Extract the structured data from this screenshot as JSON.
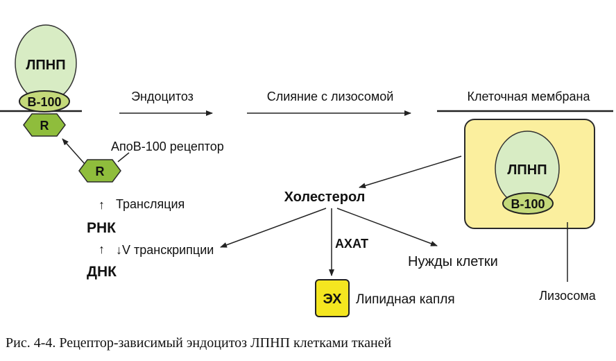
{
  "colors": {
    "ldl_fill": "#d8ecc4",
    "b100_fill": "#c4d97a",
    "receptor_fill": "#8fbd3c",
    "receptor_text": "#d11a1a",
    "ldl_text": "#1f8a2a",
    "lysosome_fill": "#fbef9e",
    "lysosome_border": "#2a2a2a",
    "ex_fill": "#f4e620",
    "akhat_text": "#1a8fd0",
    "line": "#222222"
  },
  "icons": {
    "receptor": "hexagon",
    "ldl_particle": "oval"
  },
  "ldl": {
    "label": "ЛПНП",
    "apo": "В-100"
  },
  "receptor": {
    "letter": "R",
    "label": "АпоВ-100 рецептор"
  },
  "steps": {
    "endocytosis": "Эндоцитоз",
    "fusion": "Слияние с лизосомой",
    "membrane": "Клеточная мембрана"
  },
  "synthesis": {
    "translation": "Трансляция",
    "rna": "РНК",
    "transcription": "↓V транскрипции",
    "dna": "ДНК",
    "up_arrow": "↑"
  },
  "metabolism": {
    "cholesterol": "Холестерол",
    "akhat": "АХАТ",
    "needs": "Нужды клетки",
    "ex": "ЭХ",
    "lipid_drop": "Липидная капля"
  },
  "lysosome": {
    "label": "Лизосома"
  },
  "caption": "Рис. 4-4. Рецептор-зависимый эндоцитоз ЛПНП клетками тканей"
}
